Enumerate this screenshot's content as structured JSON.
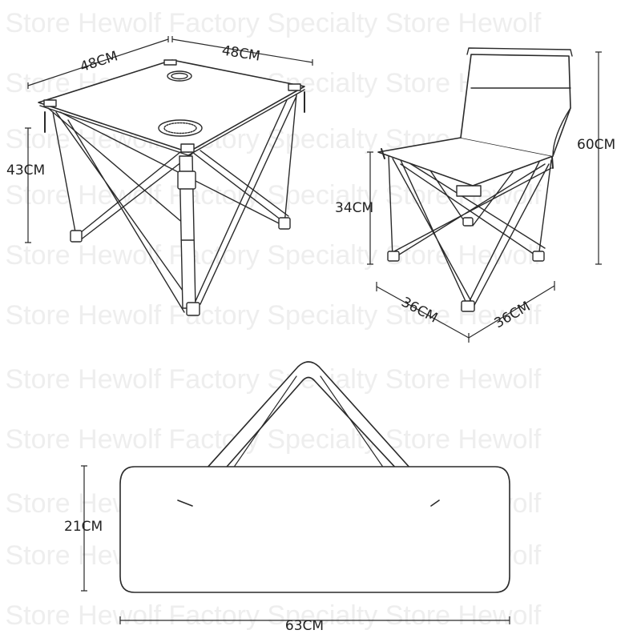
{
  "watermark": {
    "text": "y Store   Hewolf Factory Specialty Store   Hewolf"
  },
  "table": {
    "width_label": "48CM",
    "depth_label": "48CM",
    "height_label": "43CM"
  },
  "chair": {
    "back_height_label": "60CM",
    "seat_height_label": "34CM",
    "depth_label": "36CM",
    "width_label": "36CM"
  },
  "bag": {
    "height_label": "21CM",
    "length_label": "63CM"
  },
  "colors": {
    "line": "#2a2a2a",
    "fill": "#ffffff",
    "watermark": "#eeeeee"
  }
}
